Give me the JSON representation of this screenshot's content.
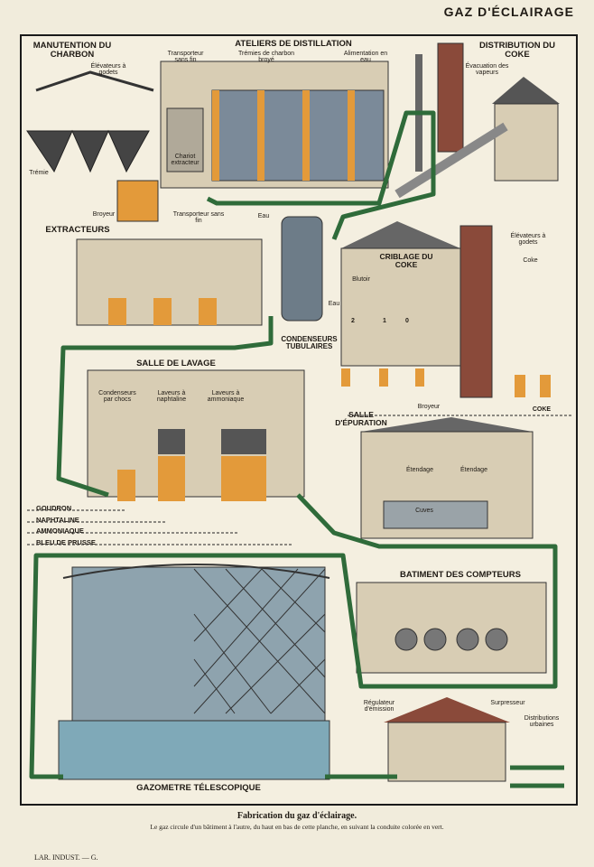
{
  "title": "GAZ D'ÉCLAIRAGE",
  "sections": {
    "manutention": "MANUTENTION DU CHARBON",
    "distillation": "ATELIERS DE DISTILLATION",
    "distribution_coke": "DISTRIBUTION DU COKE",
    "extracteurs": "EXTRACTEURS",
    "criblage": "CRIBLAGE DU COKE",
    "condenseurs": "CONDENSEURS TUBULAIRES",
    "lavage": "SALLE DE LAVAGE",
    "epuration": "SALLE D'ÉPURATION",
    "compteurs": "BATIMENT DES COMPTEURS",
    "gazometre": "GAZOMETRE TÉLESCOPIQUE"
  },
  "labels": {
    "elevateurs1": "Élévateurs à godets",
    "transporteur1": "Transporteur sans fin",
    "tremies": "Trémies de charbon broyé",
    "alimentation": "Alimentation en eau",
    "evacuation": "Évacuation des vapeurs",
    "tremie": "Trémie",
    "chariot": "Chariot extracteur",
    "broyeur1": "Broyeur",
    "transporteur2": "Transporteur sans fin",
    "eau1": "Eau",
    "eau2": "Eau",
    "elevateurs2": "Élévateurs à godets",
    "coke1": "Coke",
    "blutoir": "Blutoir",
    "broyeur2": "Broyeur",
    "coke2": "COKE",
    "cond_chocs": "Condenseurs par chocs",
    "laveurs_naph": "Laveurs à naphtaline",
    "laveurs_amm": "Laveurs à ammoniaque",
    "etendage1": "Étendage",
    "etendage2": "Étendage",
    "cuves": "Cuves",
    "regulateur": "Régulateur d'émission",
    "surpresseur": "Surpresseur",
    "distributions": "Distributions urbaines",
    "sizes": [
      "2",
      "1",
      "0"
    ]
  },
  "outputs": [
    "GOUDRON",
    "NAPHTALINE",
    "AMMONIAQUE",
    "BLEU DE PRUSSE"
  ],
  "caption": {
    "title": "Fabrication du gaz d'éclairage.",
    "text": "Le gaz circule d'un bâtiment à l'autre, du haut en bas de cette planche, en suivant la conduite colorée en vert."
  },
  "footer": "LAR. INDUST. — G.",
  "colors": {
    "pipe": "#2f6b3a",
    "orange": "#e39a3a",
    "brick": "#8a4a3a",
    "wall": "#d9cfb8",
    "water": "#7fa9b8"
  }
}
